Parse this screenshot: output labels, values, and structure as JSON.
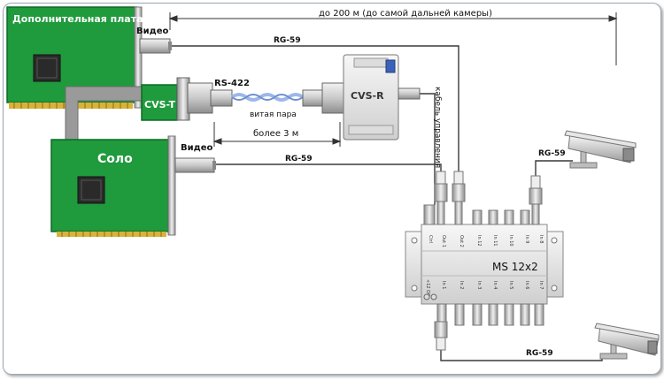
{
  "boards": {
    "extra": "Дополнительная плата",
    "solo": "Соло"
  },
  "labels": {
    "video_top": "Видео",
    "video_solo": "Видео",
    "rs422": "RS-422",
    "twisted_pair": "витая пара",
    "more_3m": "более 3 м",
    "distance": "до  200 м (до самой дальней камеры)",
    "control_cable": "кабель управления"
  },
  "devices": {
    "cvs_t": "CVS-T",
    "cvs_r": "CVS-R",
    "ms": "MS 12x2"
  },
  "cables": {
    "top": "RG-59",
    "solo": "RG-59",
    "cam_top": "RG-59",
    "cam_bottom": "RG-59"
  },
  "switch_ports": {
    "top": [
      "Ctrl",
      "Out 1",
      "Out 2",
      "In 12",
      "In 11",
      "In 10",
      "In 9",
      "In 8"
    ],
    "power": "+12 DC",
    "bottom": [
      "In 1",
      "In 2",
      "In 3",
      "In 4",
      "In 5",
      "In 6",
      "In 7"
    ]
  },
  "colors": {
    "board_green": "#1f9a3c",
    "board_edge": "#0d6b25",
    "cable": "#3a3a3a",
    "twisted_pair": "#9db8e8"
  }
}
